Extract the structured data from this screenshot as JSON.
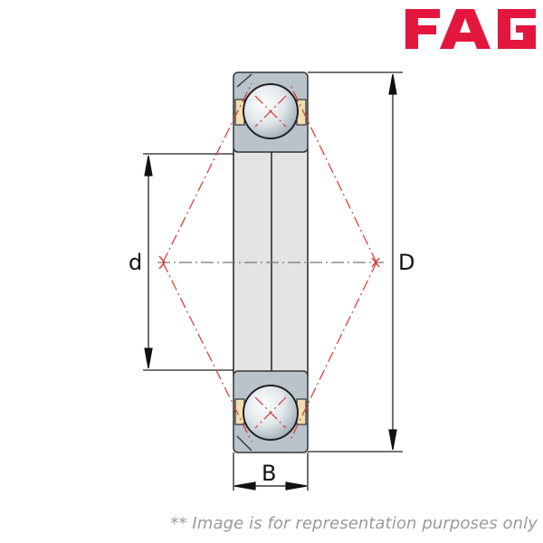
{
  "brand": {
    "name": "FAG",
    "color": "#e3173e"
  },
  "drawing": {
    "type": "four-point contact ball bearing cross-section",
    "dimensions": {
      "inner_diameter_label": "d",
      "outer_diameter_label": "D",
      "width_label": "B"
    },
    "colors": {
      "ring_fill": "#b8c3cc",
      "bore_fill": "#e4e4e4",
      "cage_fill": "#f0ddb0",
      "contact_lines": "#d9362f",
      "outline": "#222222",
      "centerline": "#777777"
    }
  },
  "disclaimer": "** Image is for representation purposes only"
}
